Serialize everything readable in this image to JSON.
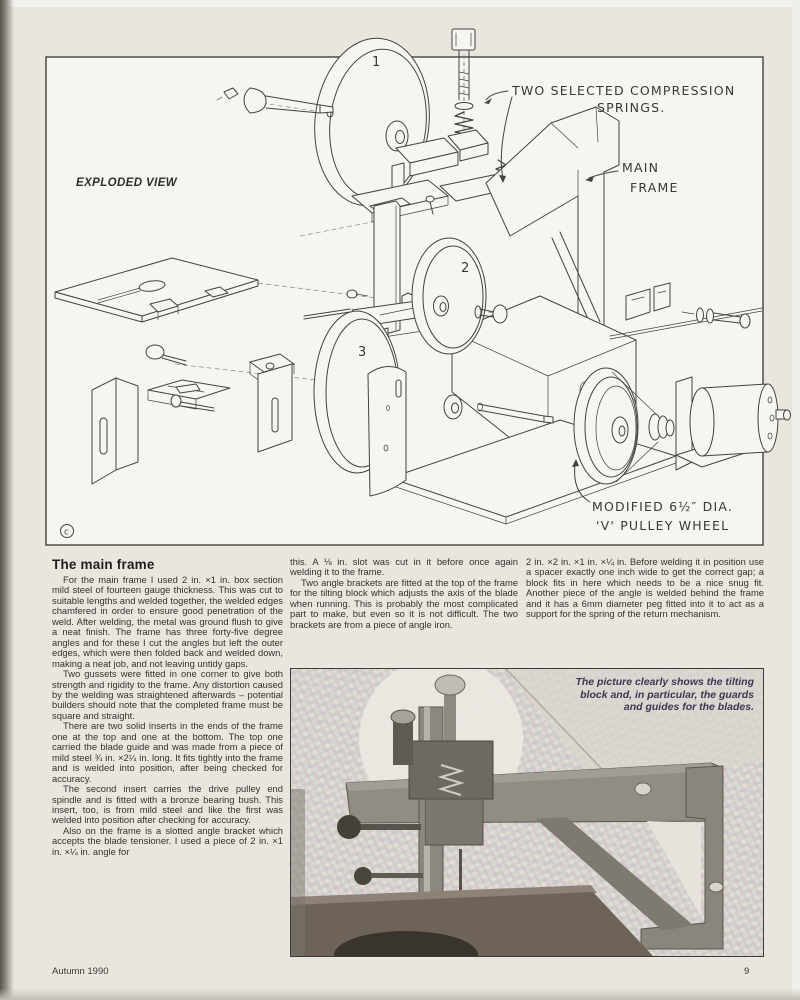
{
  "diagram": {
    "view_label": "EXPLODED VIEW",
    "springs_label": [
      "TWO SELECTED COMPRESSION",
      "SPRINGS."
    ],
    "main_frame_label": [
      "MAIN",
      "FRAME"
    ],
    "pulley_label": [
      "MODIFIED 6½″ DIA.",
      "'V' PULLEY WHEEL"
    ],
    "part_numbers": [
      "1",
      "2",
      "3"
    ],
    "copyright_mark": "c"
  },
  "article": {
    "heading": "The main frame",
    "col1": [
      "For the main frame I used 2 in. ×1 in. box section mild steel of fourteen gauge thickness. This was cut to suitable lengths and welded together, the welded edges chamfered in order to ensure good penetration of the weld. After welding, the metal was ground flush to give a neat finish. The frame has three forty-five degree angles and for these I cut the angles but left the outer edges, which were then folded back and welded down, making a neat job, and not leaving untidy gaps.",
      "Two gussets were fitted in one corner to give both strength and rigidity to the frame. Any distortion caused by the welding was straightened afterwards – potential builders should note that the completed frame must be square and straight.",
      "There are two solid inserts in the ends of the frame one at the top and one at the bottom. The top one carried the blade guide and was made from a piece of mild steel ¾ in. ×2¼ in. long. It fits tightly into the frame and is welded into position, after being checked for accuracy.",
      "The second insert carries the drive pulley end spindle and is fitted with a bronze bearing bush. This insert, too, is from mild steel and like the first was welded into position after checking for accuracy.",
      "Also on the frame is a slotted angle bracket which accepts the blade tensioner. I used a piece of 2 in. ×1 in. ×¼ in. angle for"
    ],
    "col2": [
      "this. A ⅛ in. slot was cut in it before once again welding it to the frame.",
      "Two angle brackets are fitted at the top of the frame for the tilting block which adjusts the axis of the blade when running. This is probably the most complicated part to make, but even so it is not difficult. The two brackets are from a piece of angle iron."
    ],
    "col3": [
      "2 in. ×2 in. ×1 in. ×¼ in. Before welding it in position use a spacer exactly one inch wide to get the correct gap; a block fits in here which needs to be a nice snug fit. Another piece of the angle is welded behind the frame and it has a 6mm diameter peg fitted into it to act as a support for the spring of the return mechanism."
    ]
  },
  "photo": {
    "caption": [
      "The picture clearly shows the tilting",
      "block and, in particular, the guards",
      "and guides for the blades."
    ]
  },
  "footer": {
    "issue": "Autumn 1990",
    "page_number": "9"
  }
}
